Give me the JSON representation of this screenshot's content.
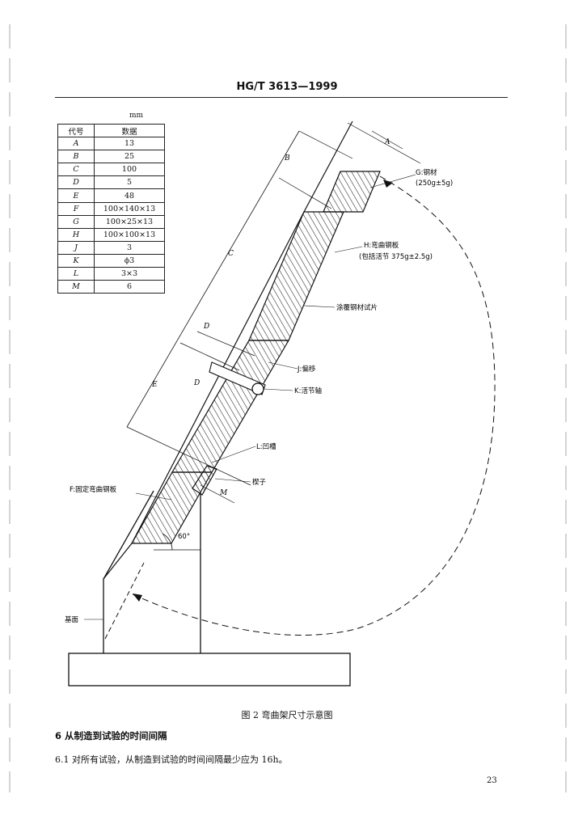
{
  "header": {
    "standard_no": "HG/T 3613—1999"
  },
  "table": {
    "unit": "mm",
    "headers": [
      "代号",
      "数据"
    ],
    "rows": [
      [
        "A",
        "13"
      ],
      [
        "B",
        "25"
      ],
      [
        "C",
        "100"
      ],
      [
        "D",
        "5"
      ],
      [
        "E",
        "48"
      ],
      [
        "F",
        "100×140×13"
      ],
      [
        "G",
        "100×25×13"
      ],
      [
        "H",
        "100×100×13"
      ],
      [
        "J",
        "3"
      ],
      [
        "K",
        "ϕ3"
      ],
      [
        "L",
        "3×3"
      ],
      [
        "M",
        "6"
      ]
    ]
  },
  "figure": {
    "labels": {
      "g1": "G:钢材",
      "g2": "(250g±5g)",
      "h1": "H:弯曲钢板",
      "h2": "(包括活节 375g±2.5g)",
      "specimen": "涂覆钢材试片",
      "j": "J:偏移",
      "k": "K:活节轴",
      "l": "L:凹槽",
      "wedge": "楔子",
      "f": "F:固定弯曲钢板",
      "base": "基面",
      "angle": "60°"
    },
    "dims": {
      "a": "A",
      "b": "B",
      "c": "C",
      "d1": "D",
      "d2": "D",
      "e": "E",
      "m": "M"
    },
    "caption": "图 2   弯曲架尺寸示意图"
  },
  "section": {
    "title": "6   从制造到试验的时间间隔",
    "clause": "6.1   对所有试验，从制造到试验的时间间隔最少应为 16h。"
  },
  "page_number": "23"
}
